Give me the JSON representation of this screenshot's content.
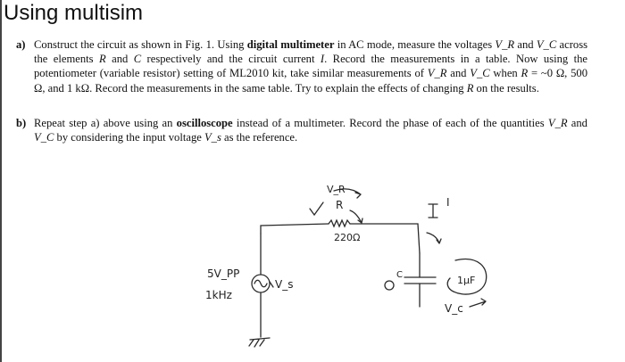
{
  "heading": "Using multisim",
  "parts": [
    {
      "label": "a)",
      "segments": [
        "Construct the circuit as shown in Fig. 1. Using ",
        "digital multimeter",
        " in AC mode, measure the voltages ",
        "V_R",
        " and ",
        "V_C",
        " across the elements ",
        "R",
        " and ",
        "C",
        " respectively and the circuit current ",
        "I",
        ". Record the measurements in a table. Now using the potentiometer (variable resistor) setting of ML2010 kit, take similar measurements of ",
        "V_R",
        " and ",
        "V_C",
        " when ",
        "R",
        " = ~0 Ω, 500 Ω, and 1 kΩ. Record the measurements in the same table. Try to explain the effects of changing ",
        "R",
        " on the results."
      ]
    },
    {
      "label": "b)",
      "segments": [
        "Repeat step a) above using an ",
        "oscilloscope",
        " instead of a multimeter. Record the phase of each of the quantities ",
        "V_R",
        " and ",
        "V_C",
        " by considering the input voltage ",
        "V_s",
        " as the reference."
      ]
    }
  ],
  "diagram": {
    "vr_label": "V_R",
    "r_label": "R",
    "r_value": "220Ω",
    "current_label": "I",
    "source_amp": "5V_PP",
    "source_freq": "1kHz",
    "source_label": "V_s",
    "c_symbol": "C",
    "c_value": "1μF",
    "vc_label": "V_c"
  }
}
